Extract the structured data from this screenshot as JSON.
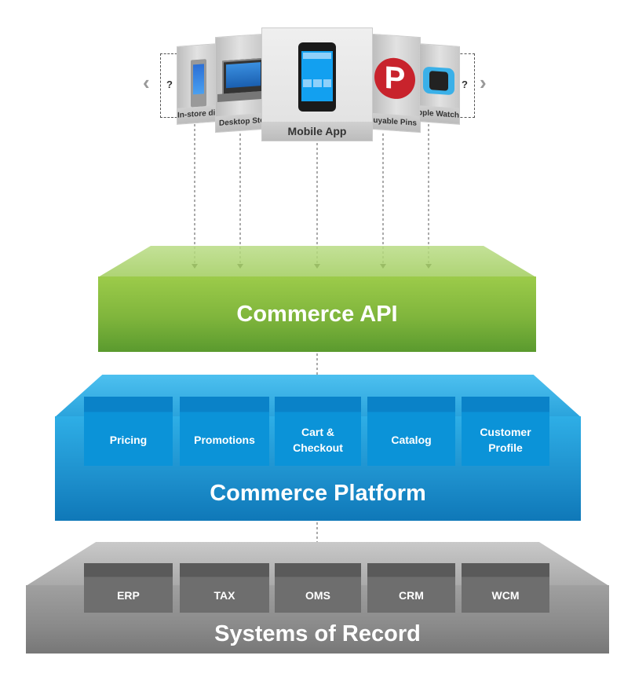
{
  "channels": {
    "left_unknown": "?",
    "right_unknown": "?",
    "items": [
      {
        "label": "In-store display",
        "icon": "kiosk-icon"
      },
      {
        "label": "Desktop Store",
        "icon": "laptop-icon"
      },
      {
        "label": "Mobile App",
        "icon": "smartphone-icon"
      },
      {
        "label": "Buyable Pins",
        "icon": "pinterest-icon"
      },
      {
        "label": "Apple Watch",
        "icon": "smartwatch-icon"
      }
    ]
  },
  "api": {
    "title": "Commerce API",
    "color": "#8dc044"
  },
  "platform": {
    "title": "Commerce Platform",
    "color": "#2aa3dc",
    "modules": [
      "Pricing",
      "Promotions",
      "Cart & Checkout",
      "Catalog",
      "Customer Profile"
    ]
  },
  "systems": {
    "title": "Systems of Record",
    "color": "#8a8a8a",
    "modules": [
      "ERP",
      "TAX",
      "OMS",
      "CRM",
      "WCM"
    ]
  }
}
